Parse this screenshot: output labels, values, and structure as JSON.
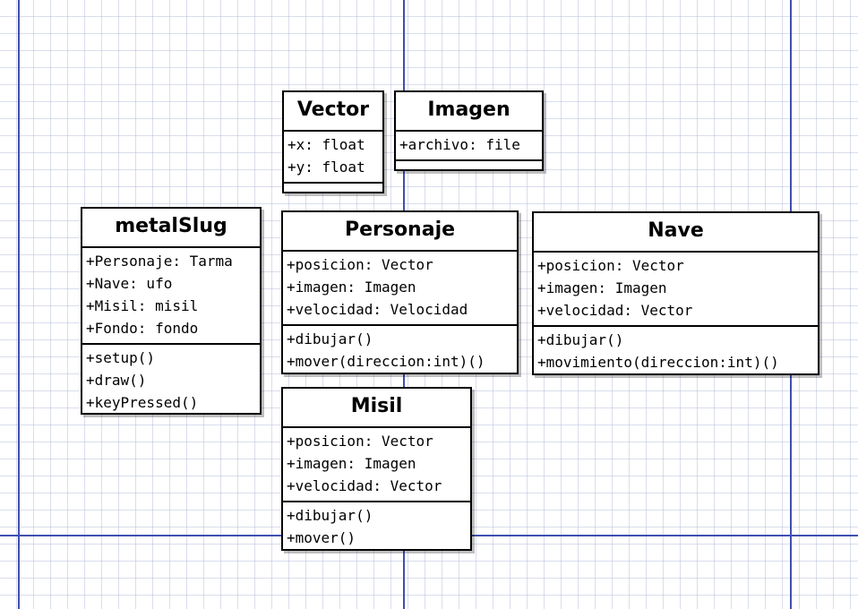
{
  "classes": {
    "vector": {
      "name": "Vector",
      "attributes": [
        "+x: float",
        "+y: float"
      ],
      "methods": []
    },
    "imagen": {
      "name": "Imagen",
      "attributes": [
        "+archivo: file"
      ],
      "methods": []
    },
    "metalslug": {
      "name": "metalSlug",
      "attributes": [
        "+Personaje: Tarma",
        "+Nave: ufo",
        "+Misil: misil",
        "+Fondo: fondo"
      ],
      "methods": [
        "+setup()",
        "+draw()",
        "+keyPressed()"
      ]
    },
    "personaje": {
      "name": "Personaje",
      "attributes": [
        "+posicion: Vector",
        "+imagen: Imagen",
        "+velocidad: Velocidad"
      ],
      "methods": [
        "+dibujar()",
        "+mover(direccion:int)()"
      ]
    },
    "nave": {
      "name": "Nave",
      "attributes": [
        "+posicion: Vector",
        "+imagen: Imagen",
        "+velocidad: Vector"
      ],
      "methods": [
        "+dibujar()",
        "+movimiento(direccion:int)()"
      ]
    },
    "misil": {
      "name": "Misil",
      "attributes": [
        "+posicion: Vector",
        "+imagen: Imagen",
        "+velocidad: Vector"
      ],
      "methods": [
        "+dibujar()",
        "+mover()"
      ]
    }
  }
}
